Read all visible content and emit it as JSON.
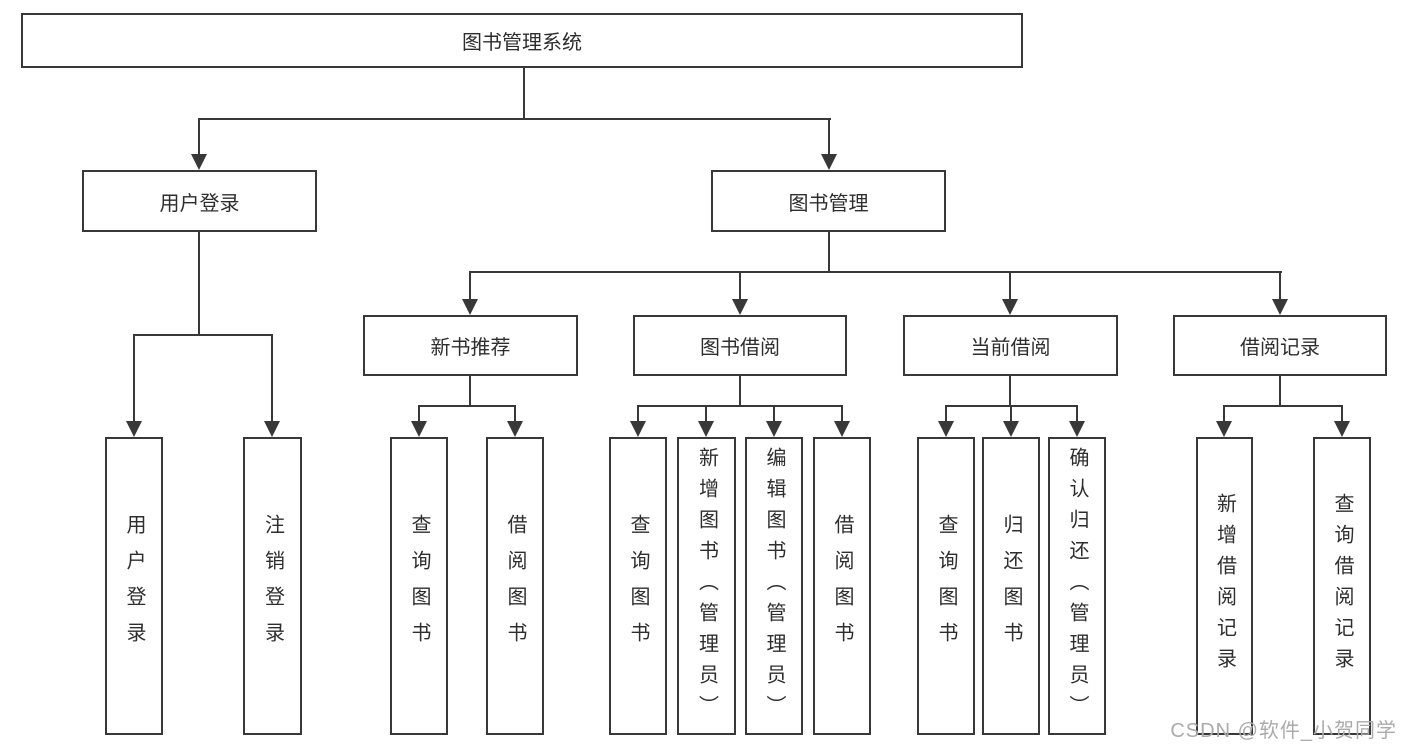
{
  "diagram_title": "图书管理系统",
  "nodes": {
    "root": "图书管理系统",
    "userLogin": {
      "label": "用户登录",
      "children": [
        "用户登录",
        "注销登录"
      ]
    },
    "bookMgmt": {
      "label": "图书管理"
    },
    "newBook": {
      "label": "新书推荐",
      "children": [
        "查询图书",
        "借阅图书"
      ]
    },
    "bookBorrow": {
      "label": "图书借阅",
      "children": [
        "查询图书",
        "新增图书（管理员）",
        "编辑图书（管理员）",
        "借阅图书"
      ]
    },
    "currentBorrow": {
      "label": "当前借阅",
      "children": [
        "查询图书",
        "归还图书",
        "确认归还（管理员）"
      ]
    },
    "borrowRecords": {
      "label": "借阅记录",
      "children": [
        "新增借阅记录",
        "查询借阅记录"
      ]
    }
  },
  "watermark": "CSDN @软件_小贺同学",
  "colors": {
    "line": "#383838",
    "text": "#2e2e2e",
    "background": "#ffffff",
    "watermark": "#ababab"
  }
}
